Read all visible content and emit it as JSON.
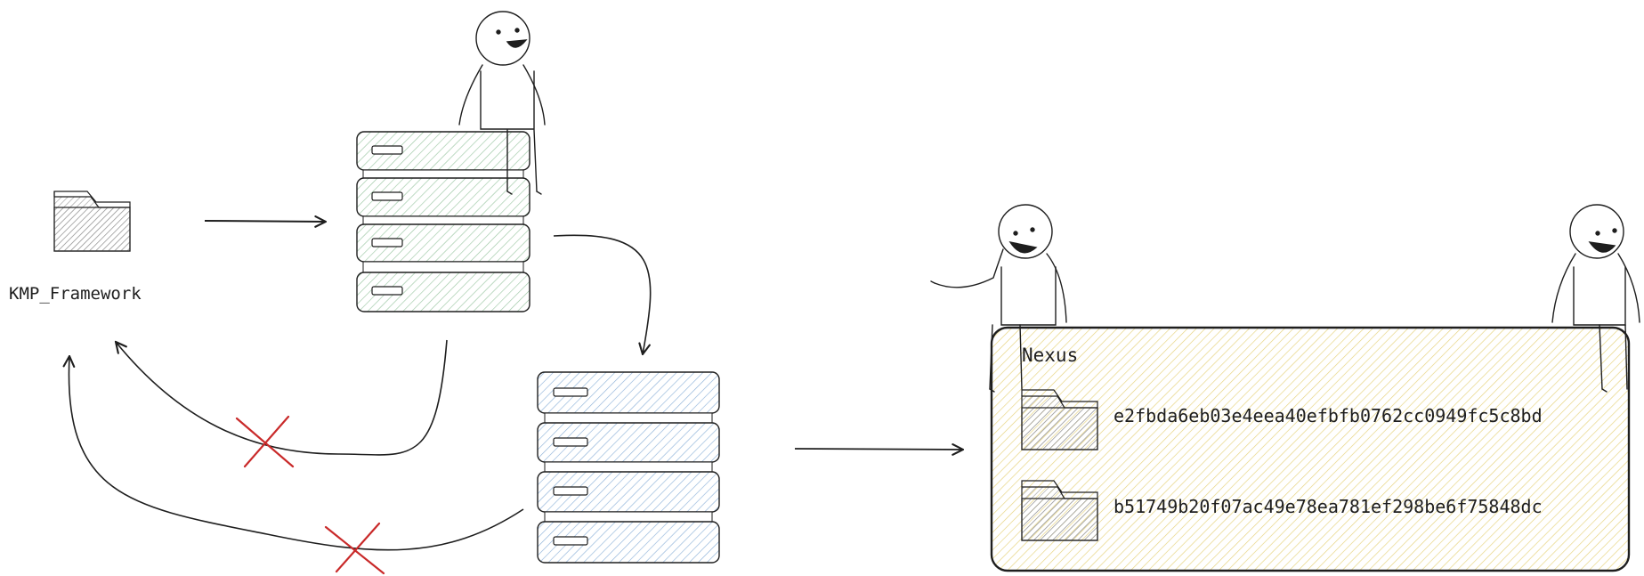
{
  "labels": {
    "framework": "KMP_Framework",
    "repository": "Nexus",
    "hash_1": "e2fbda6eb03e4eea40efbfb0762cc0949fc5c8bd",
    "hash_2": "b51749b20f07ac49e78ea781ef298be6f75848dc"
  },
  "colors": {
    "stroke": "#1e1e1e",
    "server_green_hatch": "#9cc7a4",
    "server_blue_hatch": "#8fb3d9",
    "nexus_hatch": "#e6d27a",
    "folder_hatch": "#9a9a9a",
    "cross_red": "#c92a2a"
  },
  "icons": [
    "folder-icon",
    "server-stack-icon",
    "person-icon",
    "arrow-icon",
    "blocked-cross-icon"
  ]
}
